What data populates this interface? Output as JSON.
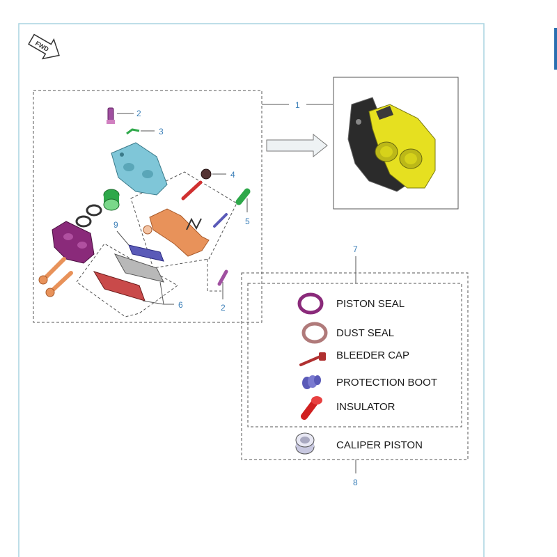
{
  "orientation": {
    "label": "FWD",
    "icon": "forward-arrow-icon"
  },
  "callouts": {
    "c1": "1",
    "c2a": "2",
    "c2b": "2",
    "c3": "3",
    "c4": "4",
    "c5": "5",
    "c6": "6",
    "c7": "7",
    "c8": "8",
    "c9": "9"
  },
  "legend": {
    "piston_seal": "PISTON SEAL",
    "dust_seal": "DUST SEAL",
    "bleeder_cap": "BLEEDER CAP",
    "protection_boot": "PROTECTION BOOT",
    "insulator": "INSULATOR",
    "caliper_piston": "CALIPER PISTON"
  },
  "colors": {
    "frame": "#a8d4e0",
    "callout_text": "#3b7fb8",
    "caliper_body": "#7fc6d8",
    "caliper_outer": "#8a2a7a",
    "bracket": "#e8925a",
    "pad_plate": "#c94a4a",
    "piston": "#2ea84a",
    "assembly_yellow": "#e6e020",
    "piston_seal": "#8a2a7a",
    "dust_seal": "#b07a7a",
    "bleeder_cap": "#b03030",
    "protection_boot": "#5a5ab8",
    "insulator": "#d02020",
    "caliper_piston_part": "#c8c8e0"
  }
}
